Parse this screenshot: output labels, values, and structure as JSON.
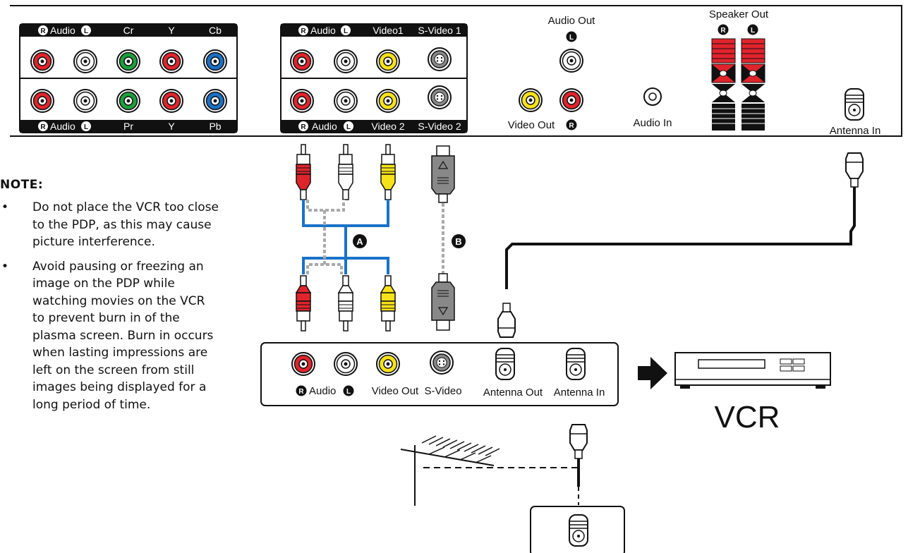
{
  "tv_panel": {
    "block1": {
      "top": {
        "audio": "Audio",
        "r": "R",
        "l": "L",
        "cr": "Cr",
        "y": "Y",
        "cb": "Cb"
      },
      "bottom": {
        "audio": "Audio",
        "r": "R",
        "l": "L",
        "pr": "Pr",
        "y": "Y",
        "pb": "Pb"
      }
    },
    "block2": {
      "top": {
        "audio": "Audio",
        "r": "R",
        "l": "L",
        "video": "Video1",
        "svideo": "S-Video 1"
      },
      "bottom": {
        "audio": "Audio",
        "r": "R",
        "l": "L",
        "video": "Video 2",
        "svideo": "S-Video 2"
      }
    },
    "audio_out": {
      "label": "Audio Out",
      "l": "L"
    },
    "video_out": {
      "label": "Video Out",
      "r": "R"
    },
    "audio_in": "Audio In",
    "speaker_out": {
      "label": "Speaker Out",
      "r": "R",
      "l": "L"
    },
    "antenna_in": "Antenna In"
  },
  "cable_markers": {
    "a": "A",
    "b": "B"
  },
  "vcr_panel": {
    "audio": "Audio",
    "r": "R",
    "l": "L",
    "video_out": "Video Out",
    "svideo": "S-Video",
    "antenna_out": "Antenna Out",
    "antenna_in": "Antenna In"
  },
  "vcr_label": "VCR",
  "note": {
    "title": "NOTE:",
    "items": [
      "Do not place the VCR too close to the PDP, as this may cause picture interference.",
      "Avoid pausing or freezing an image on the PDP while watching movies on the VCR to prevent burn in of the plasma screen. Burn in occurs when lasting impressions are left on the screen from still images being displayed for a long period of time."
    ]
  },
  "colors": {
    "red": "#e0242c",
    "white": "#ffffff",
    "yellow": "#f7e21a",
    "green": "#1e9e3c",
    "blue": "#1b6fc4",
    "cable_blue": "#1a72c9",
    "gray": "#8c8c8c",
    "black": "#111111"
  }
}
